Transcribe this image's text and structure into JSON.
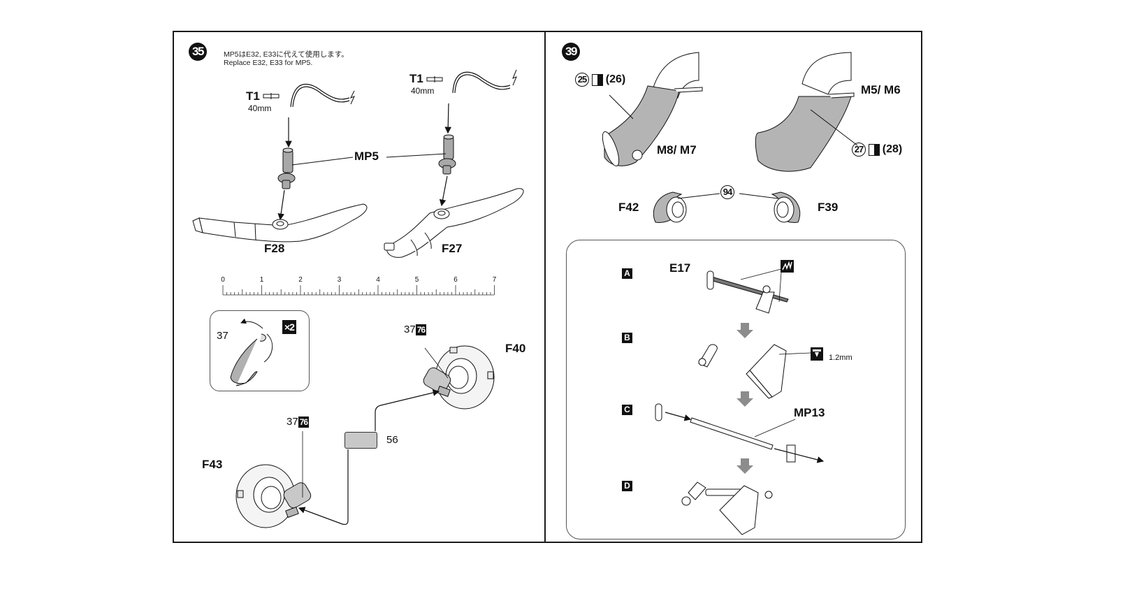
{
  "left_panel": {
    "step_number": "35",
    "note_jp": "MP5はE32, E33に代えて使用します。",
    "note_en": "Replace E32, E33 for MP5.",
    "tube_left": {
      "part": "T1",
      "length": "40mm"
    },
    "tube_right": {
      "part": "T1",
      "length": "40mm"
    },
    "mp5_label": "MP5",
    "part_f28": "F28",
    "part_f27": "F27",
    "ruler": {
      "unit_marks": [
        "0",
        "1",
        "2",
        "3",
        "4",
        "5",
        "6",
        "7"
      ],
      "subdivisions_per_unit": 10
    },
    "detail": {
      "decal": "37",
      "multiplier": "×2"
    },
    "decal_f40": {
      "number": "37",
      "boxed": "76"
    },
    "decal_f43": {
      "number": "37",
      "boxed": "76"
    },
    "part_f40": "F40",
    "part_f43": "F43",
    "tape_number": "56",
    "tape_color": "#c8c8c8"
  },
  "right_panel": {
    "step_number": "39",
    "left_duct": {
      "part": "M8/ M7",
      "decal": "25",
      "decal_alt": "(26)"
    },
    "right_duct": {
      "part": "M5/ M6",
      "decal": "27",
      "decal_alt": "(28)"
    },
    "ring_decal": "94",
    "part_f42": "F42",
    "part_f39": "F39",
    "duct_gray": "#b4b4b4",
    "sub_steps": {
      "a": {
        "letter": "A",
        "part": "E17"
      },
      "b": {
        "letter": "B",
        "drill": "1.2mm"
      },
      "c": {
        "letter": "C",
        "part": "MP13"
      },
      "d": {
        "letter": "D"
      }
    },
    "arrow_color": "#8c8c8c"
  }
}
